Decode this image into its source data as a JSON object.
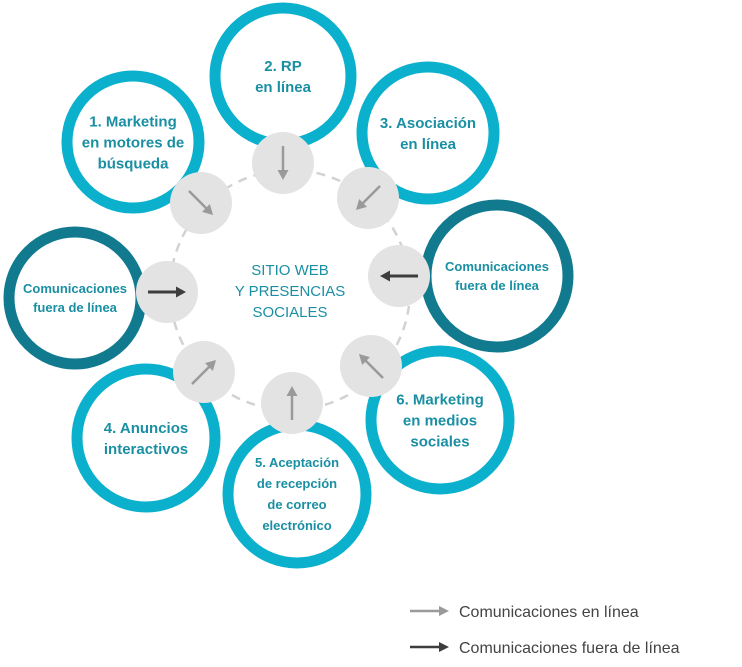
{
  "colors": {
    "light_ring": "#0ab0cc",
    "dark_ring": "#127a8f",
    "label_text": "#1a8fa3",
    "connector_fill": "#e3e3e3",
    "online_arrow": "#9a9a9a",
    "offline_arrow": "#3d3d3d",
    "dashed_orbit": "#d2d2d2"
  },
  "center": {
    "lines": [
      "SITIO WEB",
      "Y PRESENCIAS",
      "SOCIALES"
    ]
  },
  "nodes": [
    {
      "id": "rp",
      "lines": [
        "2. RP",
        "en línea"
      ],
      "ring": "light",
      "arrow": "online",
      "arrow_icon": "arrow-down-icon"
    },
    {
      "id": "asociacion",
      "lines": [
        "3. Asociación",
        "en línea"
      ],
      "ring": "light",
      "arrow": "online",
      "arrow_icon": "arrow-down-left-icon"
    },
    {
      "id": "offline-right",
      "lines": [
        "Comunicaciones",
        "fuera de línea"
      ],
      "ring": "dark",
      "arrow": "offline",
      "arrow_icon": "arrow-left-icon"
    },
    {
      "id": "medios-sociales",
      "lines": [
        "6. Marketing",
        "en medios",
        "sociales"
      ],
      "ring": "light",
      "arrow": "online",
      "arrow_icon": "arrow-up-left-icon"
    },
    {
      "id": "correo",
      "lines": [
        "5. Aceptación",
        "de recepción",
        "de correo",
        "electrónico"
      ],
      "ring": "light",
      "arrow": "online",
      "arrow_icon": "arrow-up-icon"
    },
    {
      "id": "anuncios",
      "lines": [
        "4. Anuncios",
        "interactivos"
      ],
      "ring": "light",
      "arrow": "online",
      "arrow_icon": "arrow-up-right-icon"
    },
    {
      "id": "offline-left",
      "lines": [
        "Comunicaciones",
        "fuera de línea"
      ],
      "ring": "dark",
      "arrow": "offline",
      "arrow_icon": "arrow-right-icon"
    },
    {
      "id": "motores",
      "lines": [
        "1. Marketing",
        "en motores de",
        "búsqueda"
      ],
      "ring": "light",
      "arrow": "online",
      "arrow_icon": "arrow-down-right-icon"
    }
  ],
  "legend": {
    "online_label": "Comunicaciones en línea",
    "offline_label": "Comunicaciones fuera de línea"
  }
}
